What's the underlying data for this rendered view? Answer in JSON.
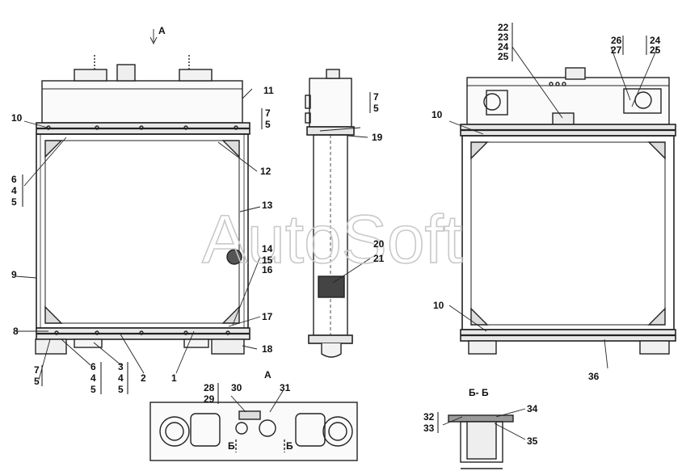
{
  "watermark": "AutoSoft",
  "view_labels": {
    "view_a_arrow": "А",
    "view_a_title": "А",
    "section_title": "Б- Б",
    "section_mark": "Б"
  },
  "callouts": {
    "c1": "1",
    "c2": "2",
    "c3": "3",
    "c4": "4",
    "c5": "5",
    "c6": "6",
    "c7": "7",
    "c8": "8",
    "c9": "9",
    "c10": "10",
    "c11": "11",
    "c12": "12",
    "c13": "13",
    "c14": "14",
    "c15": "15",
    "c16": "16",
    "c17": "17",
    "c18": "18",
    "c19": "19",
    "c20": "20",
    "c21": "21",
    "c22": "22",
    "c23": "23",
    "c24": "24",
    "c25": "25",
    "c26": "26",
    "c27": "27",
    "c28": "28",
    "c29": "29",
    "c30": "30",
    "c31": "31",
    "c32": "32",
    "c33": "33",
    "c34": "34",
    "c35": "35",
    "c36": "36"
  }
}
